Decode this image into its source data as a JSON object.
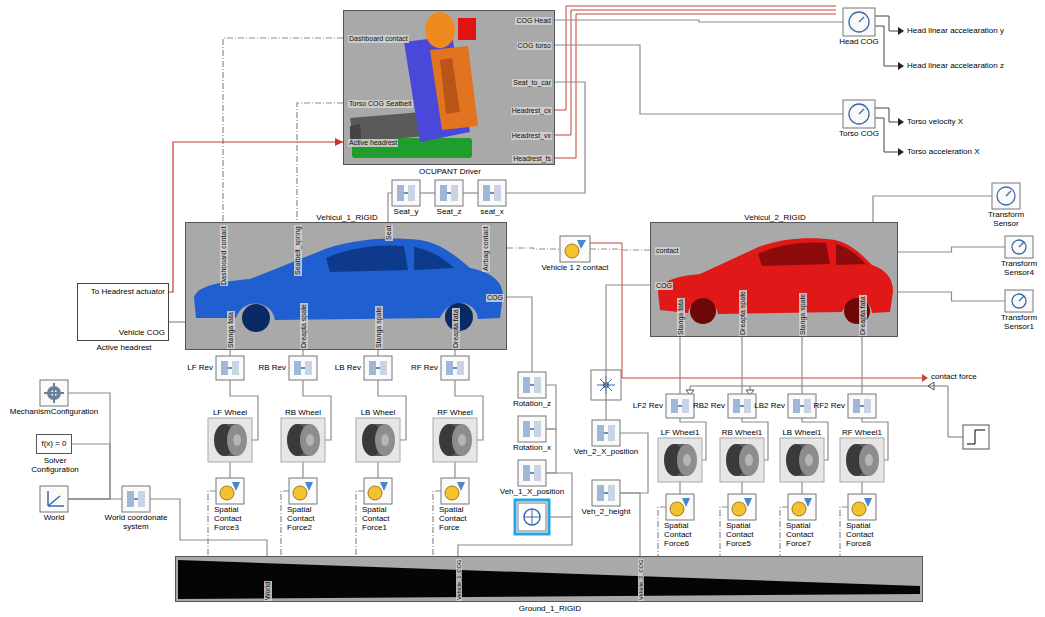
{
  "diagram": {
    "nodes": [
      {
        "text": [
          "OCUPANT Driver",
          "Dashboard contact",
          "Torso COG Seatbelt",
          "Active headrest",
          "COG Head",
          "COG torso",
          "Seat_to_car",
          "Headrest_cx",
          "Headrest_vx",
          "Headrest_fs"
        ]
      },
      {
        "text": [
          "Seat_y"
        ]
      },
      {
        "text": [
          "Seat_z"
        ]
      },
      {
        "text": [
          "seat_x"
        ]
      },
      {
        "text": [
          "Head COG"
        ]
      },
      {
        "text": [
          "Torso COG"
        ]
      },
      {
        "text": [
          "Transform Sensor"
        ]
      },
      {
        "text": [
          "Transform Sensor4"
        ]
      },
      {
        "text": [
          "Transform Sensor1"
        ]
      },
      {
        "text": [
          "Vehicul_1_RIGID",
          "Dashboard contact",
          "Seatbelt_spring",
          "Seat",
          "Airbag contact",
          "COG",
          "Stanga fata",
          "Dreapta spate",
          "Stanga spate",
          "Dreapta fata"
        ]
      },
      {
        "text": [
          "Vehicle 1 2 contact"
        ]
      },
      {
        "text": [
          "Vehicul_2_RIGID",
          "contact",
          "COG",
          "Stanga fata",
          "Dreapta spate",
          "Stanga spate",
          "Dreapta fata"
        ]
      },
      {
        "text": [
          "Active headrest",
          "To Headrest actuator",
          "Vehicle COG"
        ]
      },
      {
        "text": [
          "LF Rev"
        ]
      },
      {
        "text": [
          "RB Rev"
        ]
      },
      {
        "text": [
          "LB Rev"
        ]
      },
      {
        "text": [
          "RF Rev"
        ]
      },
      {
        "text": [
          "LF Wheel"
        ]
      },
      {
        "text": [
          "RB Wheel"
        ]
      },
      {
        "text": [
          "LB Wheel"
        ]
      },
      {
        "text": [
          "RF Wheel"
        ]
      },
      {
        "text": [
          "Spatial Contact Force3"
        ]
      },
      {
        "text": [
          "Spatial Contact Force2"
        ]
      },
      {
        "text": [
          "Spatial Contact Force1"
        ]
      },
      {
        "text": [
          "Spatial Contact Force"
        ]
      },
      {
        "text": [
          "Rotation_z"
        ]
      },
      {
        "text": [
          "Rotation_x"
        ]
      },
      {
        "text": [
          "Veh_1_X_position"
        ]
      },
      {
        "text": [
          "Veh_2_X_position"
        ]
      },
      {
        "text": [
          "Veh_2_height"
        ]
      },
      {
        "text": [
          "LF2 Rev"
        ]
      },
      {
        "text": [
          "RB2 Rev"
        ]
      },
      {
        "text": [
          "LB2 Rev"
        ]
      },
      {
        "text": [
          "RF2 Rev"
        ]
      },
      {
        "text": [
          "LF Wheel1"
        ]
      },
      {
        "text": [
          "RB Wheel1"
        ]
      },
      {
        "text": [
          "LB Wheel1"
        ]
      },
      {
        "text": [
          "RF Wheel1"
        ]
      },
      {
        "text": [
          "Spatial Contact Force6"
        ]
      },
      {
        "text": [
          "Spatial Contact Force5"
        ]
      },
      {
        "text": [
          "Spatial Contact Force7"
        ]
      },
      {
        "text": [
          "Spatial Contact Force8"
        ]
      },
      {
        "text": [
          "MechanismConfiguration"
        ]
      },
      {
        "text": [
          "f(x) = 0",
          "Solver Configuration"
        ]
      },
      {
        "text": [
          "World"
        ]
      },
      {
        "text": [
          "World coordonate system"
        ]
      },
      {
        "text": [
          "Ground_1_RIGID",
          "World",
          "Vehicle_1_COG",
          "Vehicle_2_COG"
        ]
      }
    ],
    "edges": [
      {
        "from": 9,
        "to": 1,
        "arrow": "none"
      },
      {
        "from": 1,
        "to": 2,
        "arrow": "none"
      },
      {
        "from": 2,
        "to": 3,
        "arrow": "none"
      },
      {
        "from": 3,
        "to": 0,
        "arrow": "none"
      },
      {
        "from": 0,
        "to": 4,
        "arrow": "none"
      },
      {
        "from": 0,
        "to": 5,
        "arrow": "none"
      },
      {
        "from": 0,
        "to": 9,
        "arrow": "none"
      },
      {
        "from": 0,
        "to": 9,
        "arrow": "none"
      },
      {
        "from": 12,
        "to": 0,
        "arrow": "to"
      },
      {
        "from": 9,
        "to": 12,
        "arrow": "none"
      },
      {
        "from": 9,
        "to": 25,
        "arrow": "none"
      },
      {
        "from": 25,
        "to": 26,
        "arrow": "none"
      },
      {
        "from": 26,
        "to": 27,
        "arrow": "none"
      },
      {
        "from": 27,
        "to": 46,
        "arrow": "none"
      },
      {
        "from": 9,
        "to": 10,
        "arrow": "none"
      },
      {
        "from": 10,
        "to": 11,
        "arrow": "none"
      },
      {
        "from": 11,
        "to": 28,
        "arrow": "none"
      },
      {
        "from": 28,
        "to": 29,
        "arrow": "none"
      },
      {
        "from": 29,
        "to": 46,
        "arrow": "none"
      },
      {
        "from": 11,
        "to": 6,
        "arrow": "none"
      },
      {
        "from": 11,
        "to": 7,
        "arrow": "none"
      },
      {
        "from": 11,
        "to": 8,
        "arrow": "none"
      },
      {
        "from": 9,
        "to": 13,
        "arrow": "none"
      },
      {
        "from": 9,
        "to": 14,
        "arrow": "none"
      },
      {
        "from": 9,
        "to": 15,
        "arrow": "none"
      },
      {
        "from": 9,
        "to": 16,
        "arrow": "none"
      },
      {
        "from": 13,
        "to": 17,
        "arrow": "none"
      },
      {
        "from": 14,
        "to": 18,
        "arrow": "none"
      },
      {
        "from": 15,
        "to": 19,
        "arrow": "none"
      },
      {
        "from": 16,
        "to": 20,
        "arrow": "none"
      },
      {
        "from": 17,
        "to": 21,
        "arrow": "none"
      },
      {
        "from": 18,
        "to": 22,
        "arrow": "none"
      },
      {
        "from": 19,
        "to": 23,
        "arrow": "none"
      },
      {
        "from": 20,
        "to": 24,
        "arrow": "none"
      },
      {
        "from": 21,
        "to": 46,
        "arrow": "none"
      },
      {
        "from": 22,
        "to": 46,
        "arrow": "none"
      },
      {
        "from": 23,
        "to": 46,
        "arrow": "none"
      },
      {
        "from": 24,
        "to": 46,
        "arrow": "none"
      },
      {
        "from": 11,
        "to": 30,
        "arrow": "none"
      },
      {
        "from": 11,
        "to": 31,
        "arrow": "none"
      },
      {
        "from": 11,
        "to": 32,
        "arrow": "none"
      },
      {
        "from": 11,
        "to": 33,
        "arrow": "none"
      },
      {
        "from": 30,
        "to": 34,
        "arrow": "none"
      },
      {
        "from": 31,
        "to": 35,
        "arrow": "none"
      },
      {
        "from": 32,
        "to": 36,
        "arrow": "none"
      },
      {
        "from": 33,
        "to": 37,
        "arrow": "none"
      },
      {
        "from": 34,
        "to": 38,
        "arrow": "none"
      },
      {
        "from": 35,
        "to": 39,
        "arrow": "none"
      },
      {
        "from": 36,
        "to": 40,
        "arrow": "none"
      },
      {
        "from": 37,
        "to": 41,
        "arrow": "none"
      },
      {
        "from": 38,
        "to": 46,
        "arrow": "none"
      },
      {
        "from": 39,
        "to": 46,
        "arrow": "none"
      },
      {
        "from": 40,
        "to": 46,
        "arrow": "none"
      },
      {
        "from": 41,
        "to": 46,
        "arrow": "none"
      },
      {
        "from": 42,
        "to": 44,
        "arrow": "none"
      },
      {
        "from": 43,
        "to": 44,
        "arrow": "none"
      },
      {
        "from": 44,
        "to": 45,
        "arrow": "none"
      },
      {
        "from": 45,
        "to": 46,
        "arrow": "none"
      }
    ],
    "labels": [
      "Head linear accelearation y",
      "Head linear accelearation z",
      "Torso velocity X",
      "Torso acceleration X",
      "contact force"
    ]
  }
}
